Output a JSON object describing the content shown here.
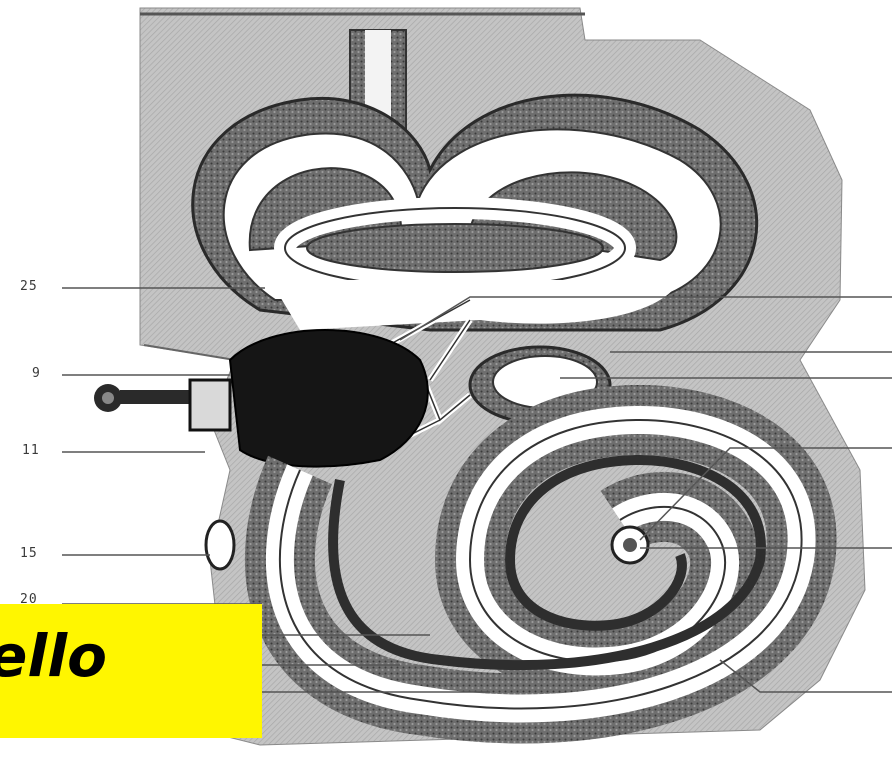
{
  "diagram": {
    "labels": [
      "25",
      "9",
      "11",
      "15",
      "20"
    ]
  },
  "caption": {
    "text": "ello"
  },
  "colors": {
    "highlight": "#fff600",
    "bone": "#b8b8b8",
    "tissue": "#5a5a5a",
    "background": "#ffffff"
  }
}
